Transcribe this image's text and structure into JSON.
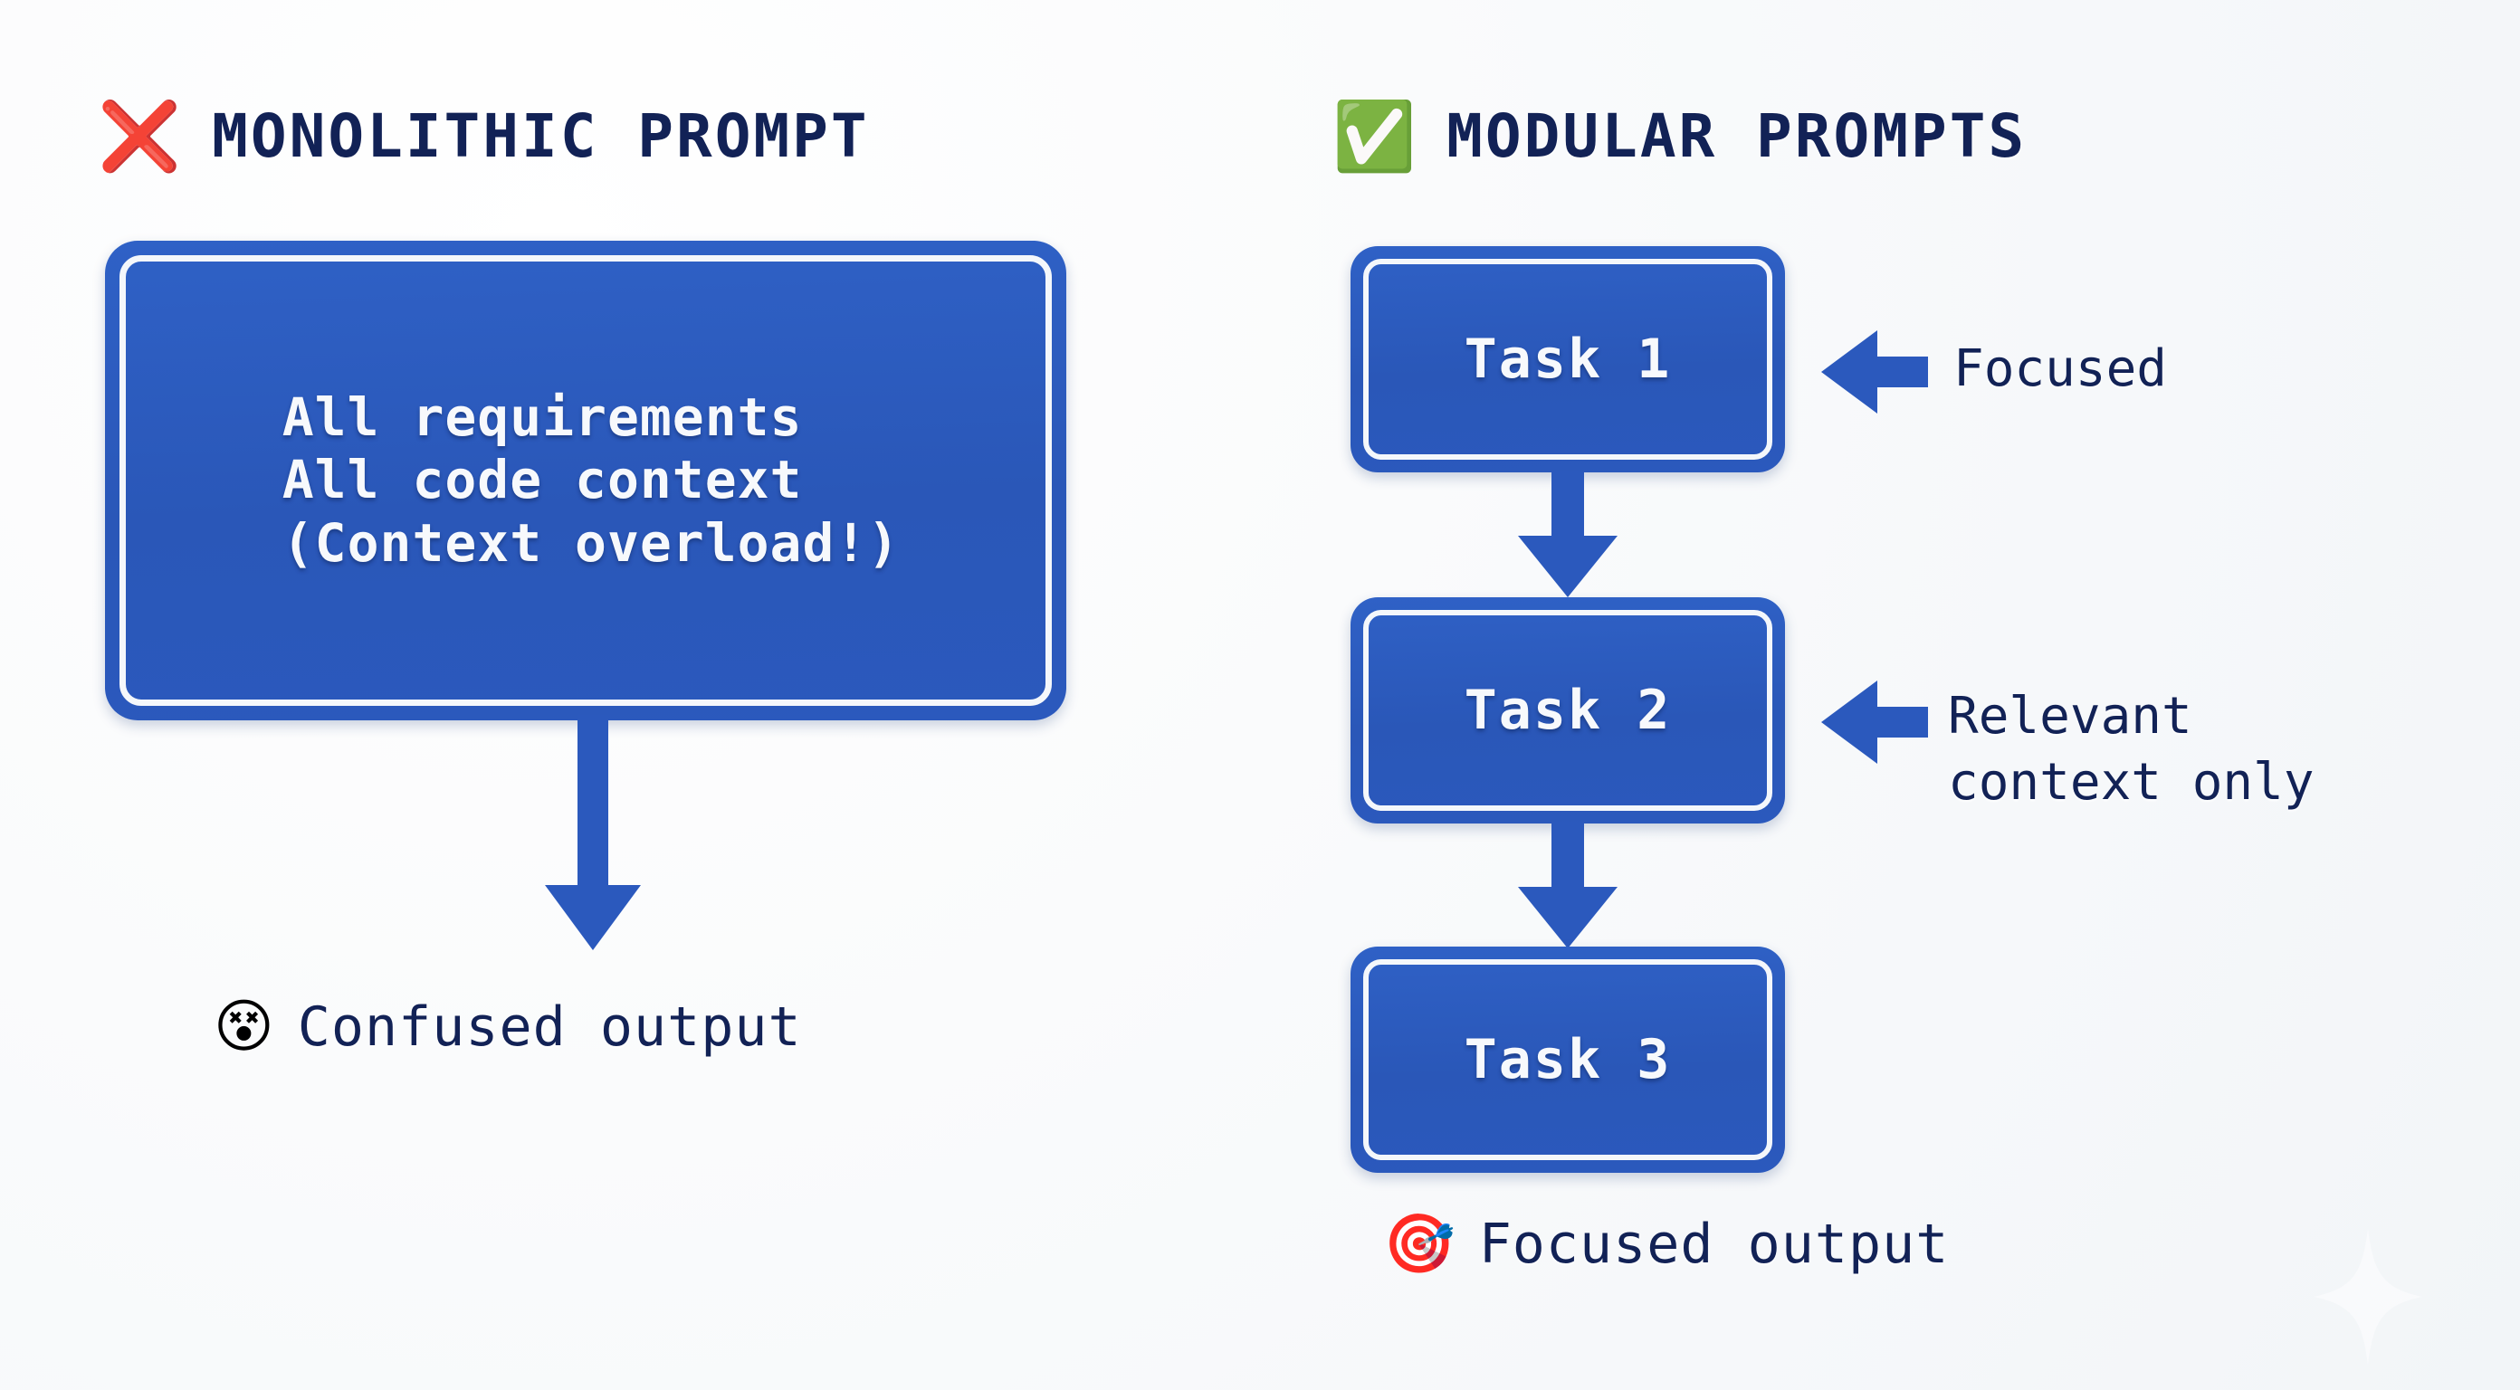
{
  "theme": {
    "background": "#f4f7fa",
    "node_blue": "#2b59bd",
    "node_inner_stroke": "#f4f7fb",
    "text_navy": "#122256",
    "node_text": "#f7f9fc",
    "cross_red": "#e8372c",
    "check_green": "#1faa33"
  },
  "left": {
    "heading": {
      "icon": "cross-mark-emoji",
      "emoji": "❌",
      "label": "MONOLITHIC PROMPT"
    },
    "box": {
      "lines": [
        "All requirements",
        "All code context",
        "(Context overload!)"
      ],
      "text": "All requirements\nAll code context\n(Context overload!)"
    },
    "arrow": {
      "icon": "arrow-down-icon",
      "direction": "down"
    },
    "output": {
      "icon": "dizzy-face-emoji",
      "emoji": "😵",
      "label": "Confused output"
    }
  },
  "right": {
    "heading": {
      "icon": "check-mark-button-emoji",
      "emoji": "✅",
      "label": "MODULAR PROMPTS"
    },
    "tasks": [
      {
        "label": "Task 1"
      },
      {
        "label": "Task 2"
      },
      {
        "label": "Task 3"
      }
    ],
    "callouts": [
      {
        "icon": "arrow-left-icon",
        "label": "Focused"
      },
      {
        "icon": "arrow-left-icon",
        "label": "Relevant\ncontext only"
      }
    ],
    "output": {
      "icon": "direct-hit-emoji",
      "emoji": "🎯",
      "label": "Focused output"
    }
  }
}
